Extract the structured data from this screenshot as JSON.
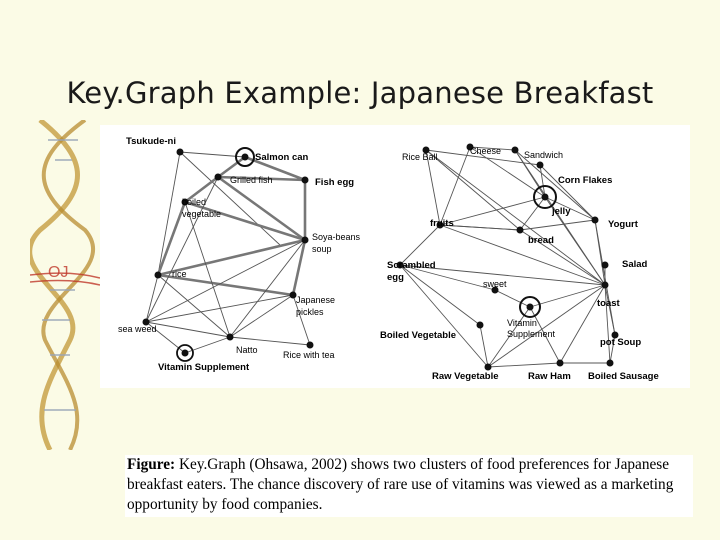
{
  "slide": {
    "title": "Key.Graph Example: Japanese Breakfast"
  },
  "diagram": {
    "left_cluster": {
      "nodes": [
        {
          "id": "tsukude",
          "label": "Tsukude-ni"
        },
        {
          "id": "salmon",
          "label": "Salmon can"
        },
        {
          "id": "grilled",
          "label": "Grilled fish"
        },
        {
          "id": "fishegg",
          "label": "Fish egg"
        },
        {
          "id": "boiled",
          "label": "boiled vegetable"
        },
        {
          "id": "soya",
          "label": "Soya-beans soup"
        },
        {
          "id": "rice",
          "label": "rice"
        },
        {
          "id": "pickles",
          "label": "Japanese pickles"
        },
        {
          "id": "seaweed",
          "label": "sea weed"
        },
        {
          "id": "natto",
          "label": "Natto"
        },
        {
          "id": "ricetea",
          "label": "Rice with tea"
        },
        {
          "id": "vitamin",
          "label": "Vitamin Supplement"
        }
      ]
    },
    "right_cluster": {
      "nodes": [
        {
          "id": "riceball",
          "label": "Rice Ball"
        },
        {
          "id": "cheese",
          "label": "Cheese"
        },
        {
          "id": "sandwich",
          "label": "Sandwich"
        },
        {
          "id": "cornflakes",
          "label": "Corn Flakes"
        },
        {
          "id": "fruits",
          "label": "fruits"
        },
        {
          "id": "jelly",
          "label": "jelly"
        },
        {
          "id": "yogurt",
          "label": "Yogurt"
        },
        {
          "id": "bread",
          "label": "bread"
        },
        {
          "id": "scrambled",
          "label": "Scrambled egg"
        },
        {
          "id": "salad",
          "label": "Salad"
        },
        {
          "id": "sweet",
          "label": "sweet"
        },
        {
          "id": "toast",
          "label": "toast"
        },
        {
          "id": "vitamin2",
          "label": "Vitamin Supplement"
        },
        {
          "id": "boiledveg",
          "label": "Boiled Vegetable"
        },
        {
          "id": "potsoup",
          "label": "pot Soup"
        },
        {
          "id": "rawveg",
          "label": "Raw Vegetable"
        },
        {
          "id": "rawham",
          "label": "Raw Ham"
        },
        {
          "id": "boiledsausage",
          "label": "Boiled Sausage"
        }
      ]
    }
  },
  "caption": {
    "label": "Figure:",
    "text": " Key.Graph (Ohsawa, 2002) shows two clusters of food preferences for Japanese breakfast eaters.  The chance discovery of rare use of vitamins was viewed as a marketing opportunity by food companies."
  },
  "colors": {
    "background": "#fbfbe6",
    "helix_gold": "#c8a24a",
    "helix_red": "#c0392b"
  }
}
